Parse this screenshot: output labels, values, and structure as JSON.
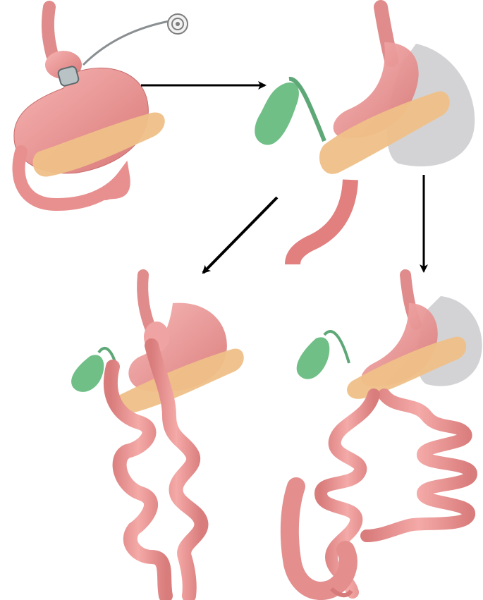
{
  "figure": {
    "panels": [
      {
        "id": "gastric-banding",
        "organs": [
          "esophagus",
          "stomach",
          "adjustable-band",
          "port-tube",
          "pancreas",
          "duodenum"
        ]
      },
      {
        "id": "sleeve-gastrectomy",
        "organs": [
          "esophagus",
          "gastric-sleeve",
          "resected-stomach",
          "gallbladder",
          "pancreas",
          "duodenum"
        ]
      },
      {
        "id": "gastric-bypass",
        "organs": [
          "esophagus",
          "gastric-pouch",
          "gallbladder",
          "pancreas",
          "roux-limb",
          "small-intestine"
        ]
      },
      {
        "id": "duodenal-switch",
        "organs": [
          "esophagus",
          "gastric-sleeve",
          "resected-stomach",
          "gallbladder",
          "pancreas",
          "small-intestine",
          "colon"
        ]
      }
    ],
    "arrows": [
      {
        "id": "arrow-band-to-sleeve",
        "direction": "right"
      },
      {
        "id": "arrow-sleeve-to-bypass",
        "direction": "down-left"
      },
      {
        "id": "arrow-sleeve-to-switch",
        "direction": "down"
      }
    ],
    "colors": {
      "stomach": "#ee9a9a",
      "stomach_dark": "#c96a6a",
      "intestine": "#e89090",
      "pancreas": "#efc088",
      "gallbladder": "#6fbf86",
      "resected": "#d3d3d6",
      "band": "#9aa4a8",
      "arrow": "#000000"
    }
  }
}
